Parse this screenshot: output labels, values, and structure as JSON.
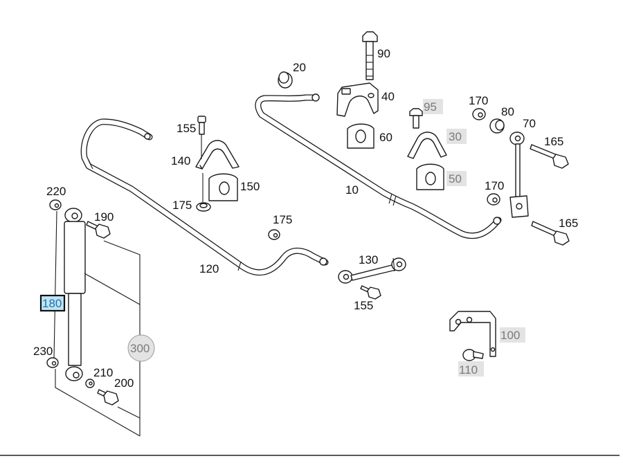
{
  "labels": {
    "l10": "10",
    "l20": "20",
    "l30": "30",
    "l40": "40",
    "l50": "50",
    "l60": "60",
    "l70": "70",
    "l80": "80",
    "l90": "90",
    "l95": "95",
    "l100": "100",
    "l110": "110",
    "l120": "120",
    "l130": "130",
    "l140": "140",
    "l150": "150",
    "l155a": "155",
    "l155b": "155",
    "l165a": "165",
    "l165b": "165",
    "l170a": "170",
    "l170b": "170",
    "l175a": "175",
    "l175b": "175",
    "l180": "180",
    "l190": "190",
    "l200": "200",
    "l210": "210",
    "l220": "220",
    "l230": "230",
    "l300": "300"
  },
  "colors": {
    "selected_fill": "#bfe4f5",
    "greyed_fill": "#e3e3e3",
    "greyed_text": "#7a7a7a",
    "line": "#1a1a1a"
  }
}
